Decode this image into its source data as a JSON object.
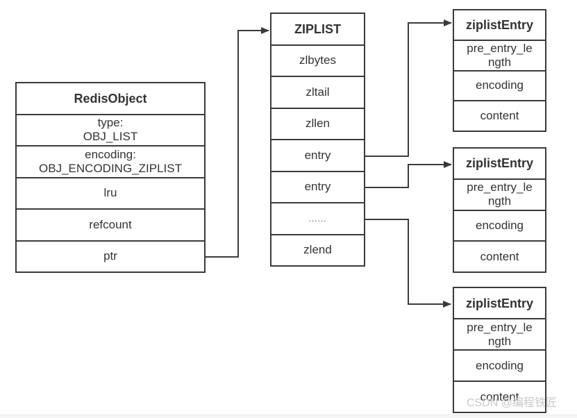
{
  "redis_object": {
    "title": "RedisObject",
    "type_label": "type:",
    "type_value": "OBJ_LIST",
    "encoding_label": "encoding:",
    "encoding_value": "OBJ_ENCODING_ZIPLIST",
    "row_lru": "lru",
    "row_refcount": "refcount",
    "row_ptr": "ptr"
  },
  "ziplist": {
    "title": "ZIPLIST",
    "rows": [
      "zlbytes",
      "zltail",
      "zllen",
      "entry",
      "entry",
      "......",
      "zlend"
    ]
  },
  "ziplist_entry": {
    "title": "ziplistEntry",
    "rows": [
      "pre_entry_le\nngth",
      "encoding",
      "content"
    ]
  },
  "watermark": "CSDN @编程铁匠",
  "colors": {
    "line": "#3a3a3a",
    "text": "#333333",
    "watermark": "#c8c8c8",
    "background": "#ffffff"
  }
}
